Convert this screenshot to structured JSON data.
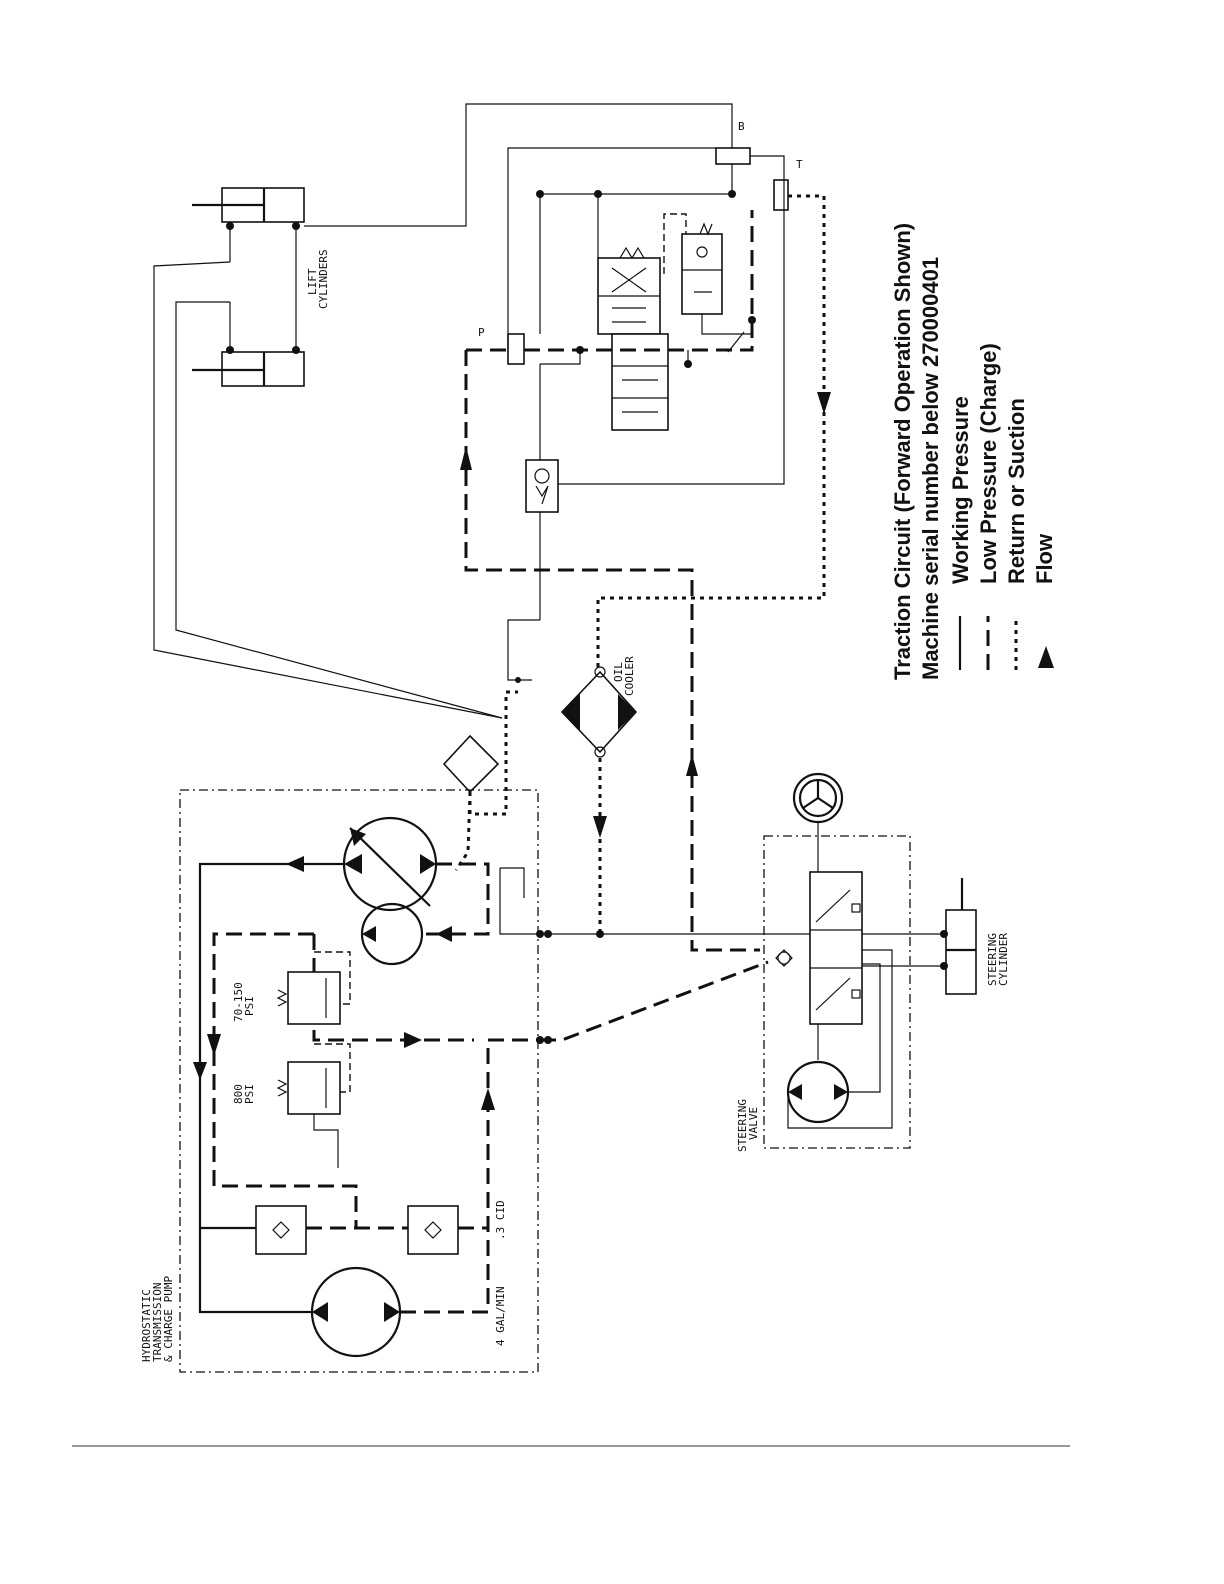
{
  "legend": {
    "title": "Traction Circuit (Forward Operation Shown)",
    "subtitle": "Machine serial number below 270000401",
    "working_pressure": "Working Pressure",
    "low_pressure": "Low Pressure (Charge)",
    "return_suction": "Return or Suction",
    "flow": "Flow"
  },
  "labels": {
    "lift_cylinders_1": "LIFT",
    "lift_cylinders_2": "CYLINDERS",
    "port_b": "B",
    "port_t": "T",
    "port_p": "P",
    "oil_cooler_1": "OIL",
    "oil_cooler_2": "COOLER",
    "steering_cylinder_1": "STEERING",
    "steering_cylinder_2": "CYLINDER",
    "steering_valve_1": "STEERING",
    "steering_valve_2": "VALVE",
    "relief_low_1": "70-150",
    "relief_low_2": "PSI",
    "relief_high_1": "800",
    "relief_high_2": "PSI",
    "hst_1": "HYDROSTATIC",
    "hst_2": "TRANSMISSION",
    "hst_3": "& CHARGE PUMP",
    "pump_flow": "4 GAL/MIN",
    "pump_disp": ".3 CID"
  }
}
